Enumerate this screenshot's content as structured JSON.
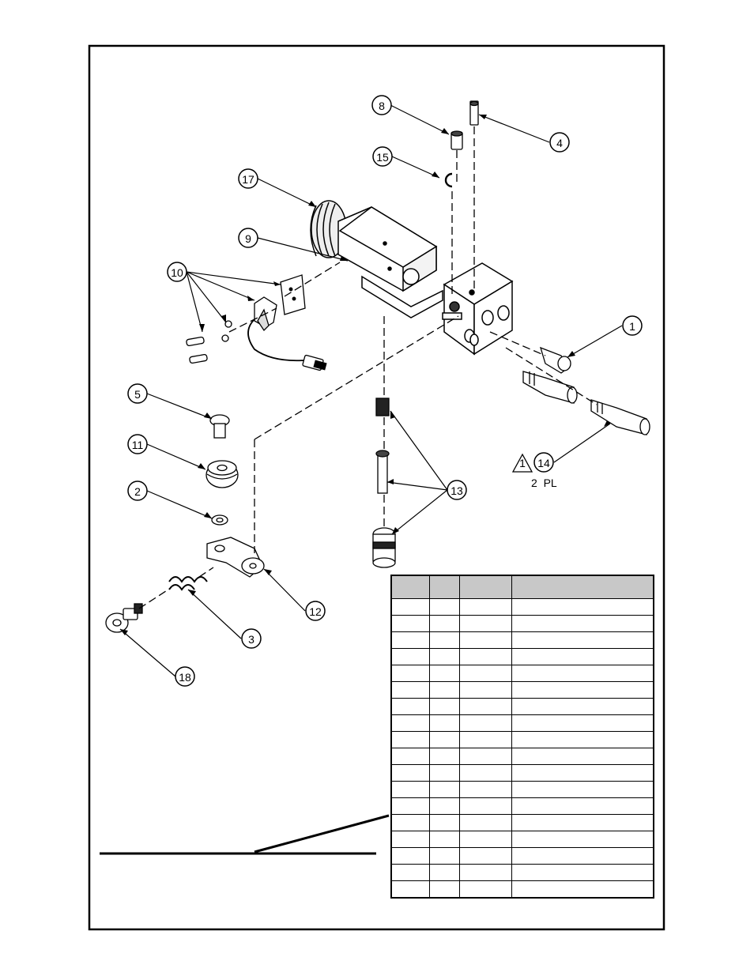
{
  "diagram": {
    "callouts": [
      {
        "id": "c8",
        "label": "8"
      },
      {
        "id": "c4",
        "label": "4"
      },
      {
        "id": "c15",
        "label": "15"
      },
      {
        "id": "c17",
        "label": "17"
      },
      {
        "id": "c9",
        "label": "9"
      },
      {
        "id": "c10",
        "label": "10"
      },
      {
        "id": "c1",
        "label": "1"
      },
      {
        "id": "c5",
        "label": "5"
      },
      {
        "id": "c11",
        "label": "11"
      },
      {
        "id": "c2",
        "label": "2"
      },
      {
        "id": "c13",
        "label": "13"
      },
      {
        "id": "c14",
        "label": "14"
      },
      {
        "id": "c12",
        "label": "12"
      },
      {
        "id": "c3",
        "label": "3"
      },
      {
        "id": "c18",
        "label": "18"
      }
    ],
    "note_flag": "1",
    "note_text": "2  PL"
  },
  "parts_table": {
    "header": [
      "",
      "",
      "",
      ""
    ],
    "row_count": 18
  }
}
